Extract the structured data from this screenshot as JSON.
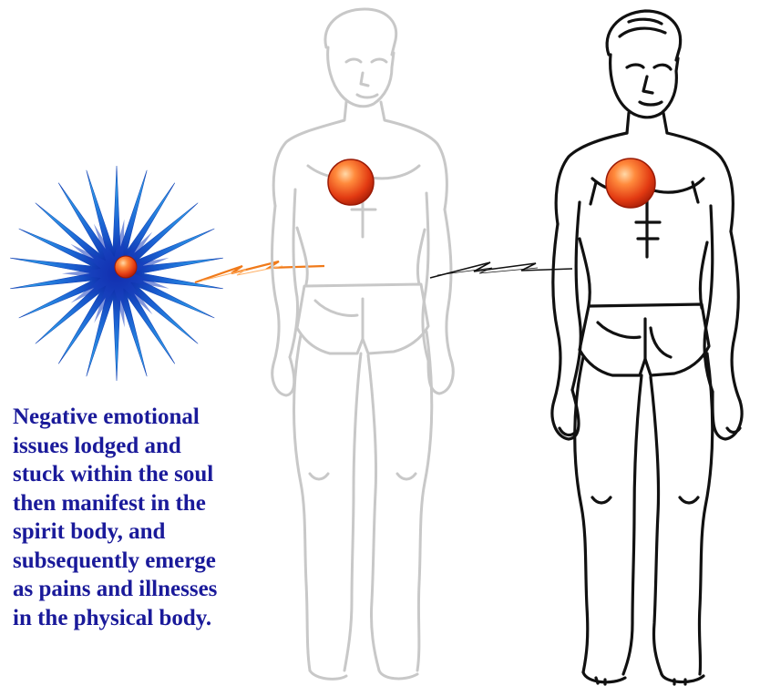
{
  "diagram": {
    "caption_lines": [
      "Negative emotional",
      "issues lodged and",
      "stuck within the soul",
      "then manifest in the",
      "spirit body, and",
      "subsequently emerge",
      "as pains and illnesses",
      "in the physical body."
    ],
    "figures": [
      {
        "name": "soul",
        "icon": "starburst-icon"
      },
      {
        "name": "spirit body",
        "icon": "faded-body-icon"
      },
      {
        "name": "physical body",
        "icon": "body-icon"
      }
    ],
    "colors": {
      "caption": "#1a1a9a",
      "star_dark": "#0a1a9c",
      "star_light": "#28a0e8",
      "heart_orb": "#e23a12",
      "spirit_line": "#c8c8c8",
      "physical_line": "#111111",
      "bolt_orange": "#f07a1a",
      "bolt_black": "#111111"
    }
  }
}
